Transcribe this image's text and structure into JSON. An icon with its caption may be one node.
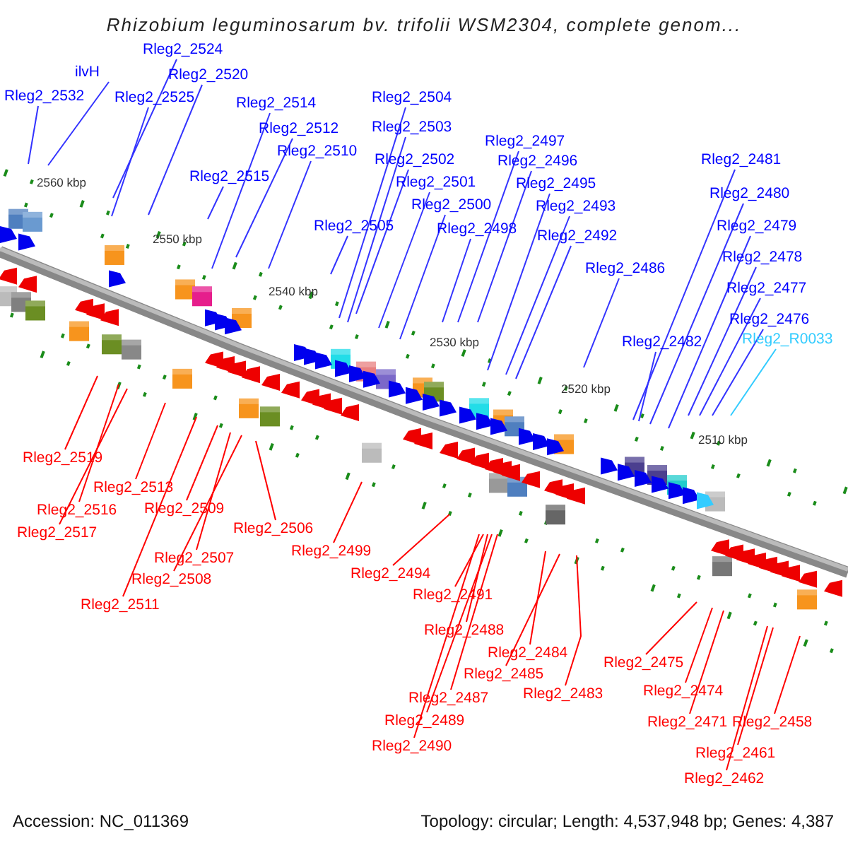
{
  "diagram": {
    "title": "Rhizobium leguminosarum bv. trifolii WSM2304, complete genom...",
    "nodes": [
      {
        "text": [
          "Rleg2_2524"
        ]
      },
      {
        "text": [
          "ilvH"
        ]
      },
      {
        "text": [
          "Rleg2_2520"
        ]
      },
      {
        "text": [
          "Rleg2_2532"
        ]
      },
      {
        "text": [
          "Rleg2_2525"
        ]
      },
      {
        "text": [
          "Rleg2_2514"
        ]
      },
      {
        "text": [
          "Rleg2_2504"
        ]
      },
      {
        "text": [
          "Rleg2_2512"
        ]
      },
      {
        "text": [
          "Rleg2_2503"
        ]
      },
      {
        "text": [
          "Rleg2_2497"
        ]
      },
      {
        "text": [
          "Rleg2_2510"
        ]
      },
      {
        "text": [
          "Rleg2_2502"
        ]
      },
      {
        "text": [
          "Rleg2_2481"
        ]
      },
      {
        "text": [
          "Rleg2_2496"
        ]
      },
      {
        "text": [
          "Rleg2_2515"
        ]
      },
      {
        "text": [
          "Rleg2_2501"
        ]
      },
      {
        "text": [
          "Rleg2_2495"
        ]
      },
      {
        "text": [
          "Rleg2_2480"
        ]
      },
      {
        "text": [
          "Rleg2_2500"
        ]
      },
      {
        "text": [
          "Rleg2_2493"
        ]
      },
      {
        "text": [
          "Rleg2_2505"
        ]
      },
      {
        "text": [
          "Rleg2_2498"
        ]
      },
      {
        "text": [
          "Rleg2_2479"
        ]
      },
      {
        "text": [
          "Rleg2_2492"
        ]
      },
      {
        "text": [
          "Rleg2_2478"
        ]
      },
      {
        "text": [
          "Rleg2_2486"
        ]
      },
      {
        "text": [
          "Rleg2_2477"
        ]
      },
      {
        "text": [
          "Rleg2_2476"
        ]
      },
      {
        "text": [
          "Rleg2_R0033"
        ]
      },
      {
        "text": [
          "Rleg2_2482"
        ]
      },
      {
        "text": [
          "Rleg2_2519"
        ]
      },
      {
        "text": [
          "Rleg2_2513"
        ]
      },
      {
        "text": [
          "Rleg2_2516"
        ]
      },
      {
        "text": [
          "Rleg2_2509"
        ]
      },
      {
        "text": [
          "Rleg2_2506"
        ]
      },
      {
        "text": [
          "Rleg2_2517"
        ]
      },
      {
        "text": [
          "Rleg2_2499"
        ]
      },
      {
        "text": [
          "Rleg2_2507"
        ]
      },
      {
        "text": [
          "Rleg2_2494"
        ]
      },
      {
        "text": [
          "Rleg2_2508"
        ]
      },
      {
        "text": [
          "Rleg2_2491"
        ]
      },
      {
        "text": [
          "Rleg2_2511"
        ]
      },
      {
        "text": [
          "Rleg2_2488"
        ]
      },
      {
        "text": [
          "Rleg2_2484"
        ]
      },
      {
        "text": [
          "Rleg2_2475"
        ]
      },
      {
        "text": [
          "Rleg2_2485"
        ]
      },
      {
        "text": [
          "Rleg2_2474"
        ]
      },
      {
        "text": [
          "Rleg2_2483"
        ]
      },
      {
        "text": [
          "Rleg2_2487"
        ]
      },
      {
        "text": [
          "Rleg2_2489"
        ]
      },
      {
        "text": [
          "Rleg2_2471"
        ]
      },
      {
        "text": [
          "Rleg2_2458"
        ]
      },
      {
        "text": [
          "Rleg2_2490"
        ]
      },
      {
        "text": [
          "Rleg2_2461"
        ]
      },
      {
        "text": [
          "Rleg2_2462"
        ]
      }
    ],
    "edges": [
      {
        "from": 0,
        "to": null,
        "arrow": "none"
      },
      {
        "from": 1,
        "to": null,
        "arrow": "none"
      },
      {
        "from": 2,
        "to": null,
        "arrow": "none"
      },
      {
        "from": 3,
        "to": null,
        "arrow": "none"
      },
      {
        "from": 4,
        "to": null,
        "arrow": "none"
      },
      {
        "from": 5,
        "to": null,
        "arrow": "none"
      },
      {
        "from": 6,
        "to": null,
        "arrow": "none"
      },
      {
        "from": 7,
        "to": null,
        "arrow": "none"
      },
      {
        "from": 8,
        "to": null,
        "arrow": "none"
      },
      {
        "from": 9,
        "to": null,
        "arrow": "none"
      },
      {
        "from": 10,
        "to": null,
        "arrow": "none"
      },
      {
        "from": 11,
        "to": null,
        "arrow": "none"
      },
      {
        "from": 12,
        "to": null,
        "arrow": "none"
      },
      {
        "from": 13,
        "to": null,
        "arrow": "none"
      },
      {
        "from": 14,
        "to": null,
        "arrow": "none"
      },
      {
        "from": 15,
        "to": null,
        "arrow": "none"
      },
      {
        "from": 16,
        "to": null,
        "arrow": "none"
      },
      {
        "from": 17,
        "to": null,
        "arrow": "none"
      },
      {
        "from": 18,
        "to": null,
        "arrow": "none"
      },
      {
        "from": 19,
        "to": null,
        "arrow": "none"
      },
      {
        "from": 20,
        "to": null,
        "arrow": "none"
      },
      {
        "from": 21,
        "to": null,
        "arrow": "none"
      },
      {
        "from": 22,
        "to": null,
        "arrow": "none"
      },
      {
        "from": 23,
        "to": null,
        "arrow": "none"
      },
      {
        "from": 24,
        "to": null,
        "arrow": "none"
      },
      {
        "from": 25,
        "to": null,
        "arrow": "none"
      },
      {
        "from": 26,
        "to": null,
        "arrow": "none"
      },
      {
        "from": 27,
        "to": null,
        "arrow": "none"
      },
      {
        "from": 28,
        "to": null,
        "arrow": "none",
        "color": "#33ccff"
      },
      {
        "from": 29,
        "to": null,
        "arrow": "none"
      },
      {
        "from": 30,
        "to": null,
        "arrow": "none",
        "color": "#ff0000"
      },
      {
        "from": 31,
        "to": null,
        "arrow": "none",
        "color": "#ff0000"
      },
      {
        "from": 32,
        "to": null,
        "arrow": "none",
        "color": "#ff0000"
      },
      {
        "from": 33,
        "to": null,
        "arrow": "none",
        "color": "#ff0000"
      },
      {
        "from": 34,
        "to": null,
        "arrow": "none",
        "color": "#ff0000"
      },
      {
        "from": 35,
        "to": null,
        "arrow": "none",
        "color": "#ff0000"
      },
      {
        "from": 36,
        "to": null,
        "arrow": "none",
        "color": "#ff0000"
      },
      {
        "from": 37,
        "to": null,
        "arrow": "none",
        "color": "#ff0000"
      },
      {
        "from": 38,
        "to": null,
        "arrow": "none",
        "color": "#ff0000"
      },
      {
        "from": 39,
        "to": null,
        "arrow": "none",
        "color": "#ff0000"
      },
      {
        "from": 40,
        "to": null,
        "arrow": "none",
        "color": "#ff0000"
      },
      {
        "from": 41,
        "to": null,
        "arrow": "none",
        "color": "#ff0000"
      },
      {
        "from": 42,
        "to": null,
        "arrow": "none",
        "color": "#ff0000"
      },
      {
        "from": 43,
        "to": null,
        "arrow": "none",
        "color": "#ff0000"
      },
      {
        "from": 44,
        "to": null,
        "arrow": "none",
        "color": "#ff0000"
      },
      {
        "from": 45,
        "to": null,
        "arrow": "none",
        "color": "#ff0000"
      },
      {
        "from": 46,
        "to": null,
        "arrow": "none",
        "color": "#ff0000"
      },
      {
        "from": 47,
        "to": null,
        "arrow": "none",
        "color": "#ff0000"
      },
      {
        "from": 48,
        "to": null,
        "arrow": "none",
        "color": "#ff0000"
      },
      {
        "from": 49,
        "to": null,
        "arrow": "none",
        "color": "#ff0000"
      },
      {
        "from": 50,
        "to": null,
        "arrow": "none",
        "color": "#ff0000"
      },
      {
        "from": 51,
        "to": null,
        "arrow": "none",
        "color": "#ff0000"
      },
      {
        "from": 52,
        "to": null,
        "arrow": "none",
        "color": "#ff0000"
      },
      {
        "from": 53,
        "to": null,
        "arrow": "none",
        "color": "#ff0000"
      },
      {
        "from": 54,
        "to": null,
        "arrow": "none",
        "color": "#ff0000"
      }
    ],
    "labels": [
      "2560 kbp",
      "2550 kbp",
      "2540 kbp",
      "2530 kbp",
      "2520 kbp",
      "2510 kbp",
      "Accession: NC_011369",
      "Topology: circular; Length: 4,537,948 bp; Genes: 4,387"
    ]
  }
}
